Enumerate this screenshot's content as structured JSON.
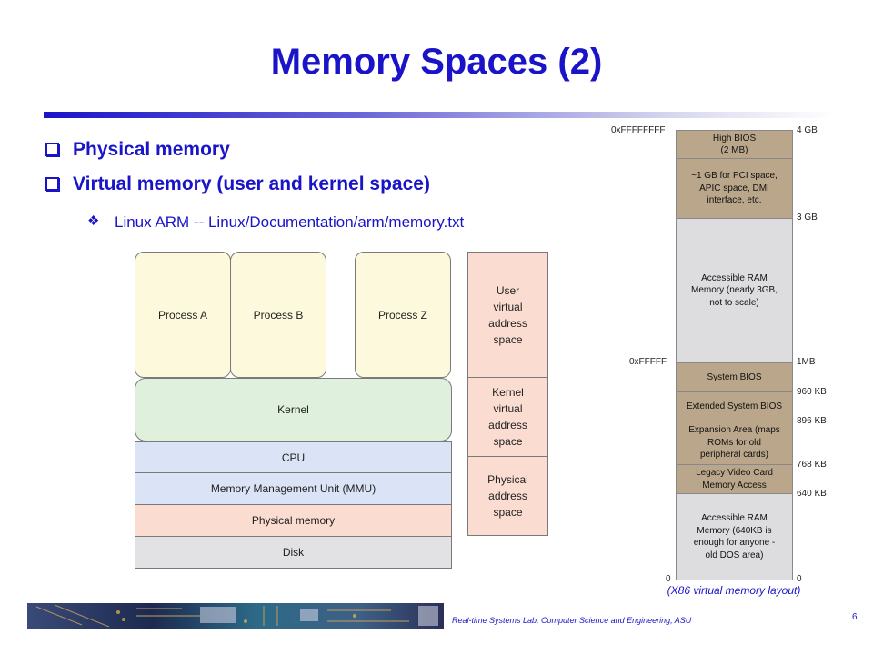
{
  "title": "Memory Spaces (2)",
  "bullets": [
    {
      "text": "Physical memory",
      "icon": "hollow-square-bullet-icon"
    },
    {
      "text": "Virtual memory (user and kernel space)",
      "icon": "hollow-square-bullet-icon"
    }
  ],
  "sub_bullet": {
    "text": "Linux ARM -- Linux/Documentation/arm/memory.txt",
    "icon": "diamond-bullet-icon"
  },
  "left_diagram": {
    "processes": [
      "Process A",
      "Process B",
      "Process Z"
    ],
    "kernel": "Kernel",
    "layers": [
      "CPU",
      "Memory Management Unit (MMU)",
      "Physical memory",
      "Disk"
    ],
    "spaces": [
      "User\nvirtual\naddress\nspace",
      "Kernel\nvirtual\naddress\nspace",
      "Physical\naddress\nspace"
    ],
    "colors": {
      "process": "#fdf9dc",
      "kernel": "#dff0dc",
      "cpu": "#dae4f6",
      "physical": "#fbdcd0",
      "disk": "#e2e2e4"
    }
  },
  "memory_map": {
    "regions": [
      "High BIOS\n(2 MB)",
      "~1 GB for PCI space,\nAPIC space, DMI\ninterface, etc.",
      "Accessible RAM\nMemory (nearly 3GB,\nnot to scale)",
      "System BIOS",
      "Extended System BIOS",
      "Expansion Area (maps\nROMs for old\nperipheral cards)",
      "Legacy Video Card\nMemory Access",
      "Accessible RAM\nMemory (640KB is\nenough for anyone -\nold DOS area)"
    ],
    "left_labels": [
      "0xFFFFFFFF",
      "0xFFFFF",
      "0"
    ],
    "right_labels": [
      "4 GB",
      "3 GB",
      "1MB",
      "960 KB",
      "896 KB",
      "768 KB",
      "640 KB",
      "0"
    ],
    "caption": "(X86 virtual memory layout)",
    "colors": {
      "bios": "#baa68a",
      "ram": "#dddde0"
    }
  },
  "footer": {
    "text": "Real-time Systems Lab, Computer Science and Engineering, ASU",
    "page": "6"
  }
}
